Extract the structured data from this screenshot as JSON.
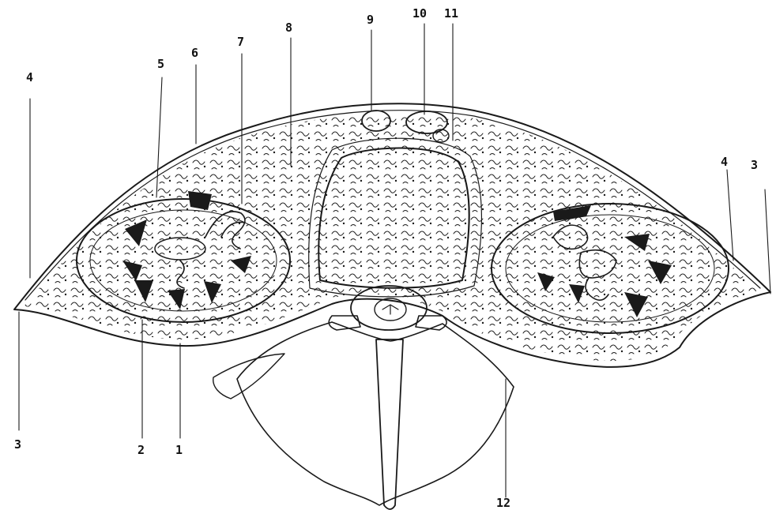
{
  "figure": {
    "labels": [
      {
        "id": "l1",
        "text": "1"
      },
      {
        "id": "l2",
        "text": "2"
      },
      {
        "id": "l3a",
        "text": "3"
      },
      {
        "id": "l3b",
        "text": "3"
      },
      {
        "id": "l4a",
        "text": "4"
      },
      {
        "id": "l4b",
        "text": "4"
      },
      {
        "id": "l5",
        "text": "5"
      },
      {
        "id": "l6",
        "text": "6"
      },
      {
        "id": "l7",
        "text": "7"
      },
      {
        "id": "l8",
        "text": "8"
      },
      {
        "id": "l9",
        "text": "9"
      },
      {
        "id": "l10",
        "text": "10"
      },
      {
        "id": "l11",
        "text": "11"
      },
      {
        "id": "l12",
        "text": "12"
      }
    ]
  }
}
